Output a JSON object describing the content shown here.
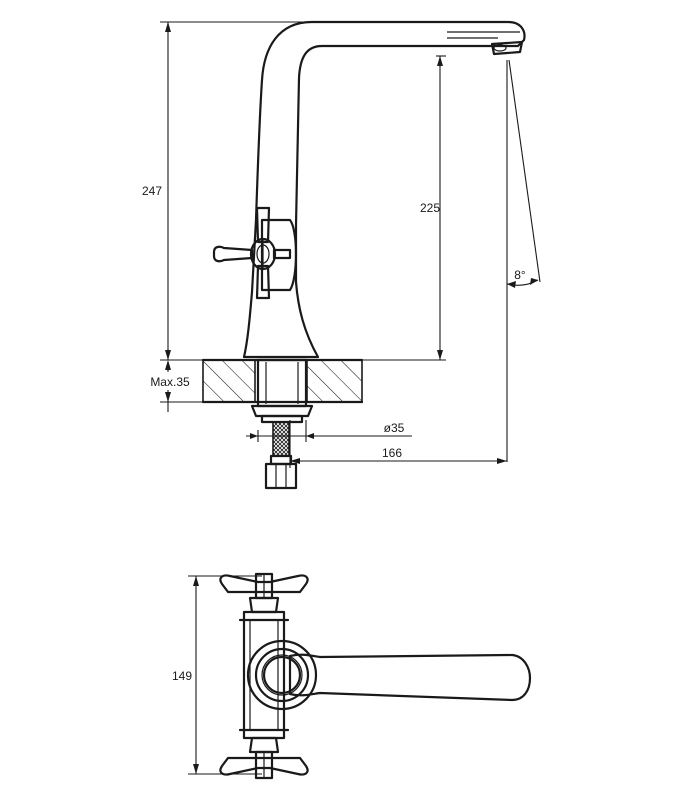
{
  "dimensions": {
    "total_height": "247",
    "spout_height": "225",
    "spout_angle": "8°",
    "max_deck_thickness": "Max.35",
    "hole_diameter": "ø35",
    "spout_reach": "166",
    "plan_width": "149"
  },
  "colors": {
    "line": "#1a1a1a",
    "background": "#ffffff"
  }
}
